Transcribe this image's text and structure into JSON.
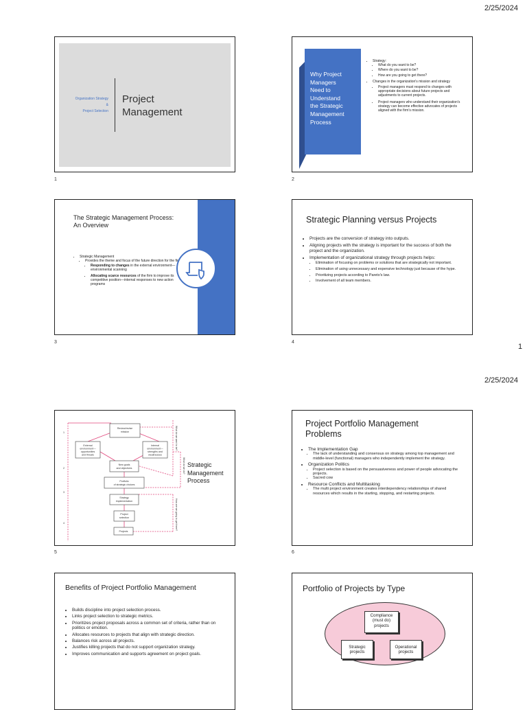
{
  "page1": {
    "date": "2/25/2024",
    "page_number": "1"
  },
  "page2": {
    "date": "2/25/2024"
  },
  "slide1": {
    "number": "1",
    "left_line1": "Organization Strategy",
    "left_line2": "&",
    "left_line3": "Project Selection",
    "title_line1": "Project",
    "title_line2": "Management"
  },
  "slide2": {
    "number": "2",
    "panel_title": [
      "Why Project",
      "Managers",
      "Need to",
      "Understand",
      "the Strategic",
      "Management",
      "Process"
    ],
    "b1": "Strategy:",
    "b1a": "What do you want to be?",
    "b1b": "Where do you want to be?",
    "b1c": "How are you going to get there?",
    "b2": "Changes in the organization's mission and strategy",
    "b2a": "Project managers must respond to changes with appropriate decisions about future projects and adjustments to current projects.",
    "b2b": "Project managers who understand their organization's strategy can become effective advocates of projects aligned with the firm's mission."
  },
  "slide3": {
    "number": "3",
    "title_line1": "The Strategic Management Process:",
    "title_line2": "An Overview",
    "b1": "Strategic Management",
    "b1a": "Provides the theme and focus of the future direction for the firm.",
    "b1a1_bold": "Responding to changes",
    "b1a1_rest": " in the external environment—environmental scanning",
    "b1a2_bold": "Allocating scarce resources",
    "b1a2_rest": " of the firm to improve its competitive position—internal responses to new action programs"
  },
  "slide4": {
    "number": "4",
    "title": "Strategic Planning versus Projects",
    "b1": "Projects are the conversion of strategy into outputs.",
    "b2": "Aligning projects with the strategy is important for the success of both the project and the organization.",
    "b3": "Implementation of organizational strategy through projects helps:",
    "b3a": "Elimination of focusing on problems or solutions that are strategically not important.",
    "b3b": "Elimination of using unnecessary and expensive technology just because of the hype.",
    "b3c": "Prioritizing projects according to Pareto's law.",
    "b3d": "Involvement of all team members."
  },
  "slide5": {
    "number": "5",
    "title_line1": "Strategic",
    "title_line2": "Management",
    "title_line3": "Process",
    "d_mission": [
      "Review/revise",
      "mission"
    ],
    "d_external": [
      "External",
      "environment—",
      "opportunities",
      "and threats"
    ],
    "d_internal": [
      "Internal",
      "environment—",
      "strengths and",
      "weaknesses"
    ],
    "d_goals": [
      "New goals",
      "and objectives"
    ],
    "d_portfolio": [
      "Portfolio",
      "of strategic choices"
    ],
    "d_impl": [
      "Strategy",
      "implementation"
    ],
    "d_selection": [
      "Project",
      "selection"
    ],
    "d_projects": [
      "Projects"
    ],
    "d_side1": "What do we want to be?",
    "d_side2": "What do we do?",
    "d_side3": "How are we going to get there?",
    "d_nums": [
      "1",
      "2",
      "3",
      "4"
    ]
  },
  "slide6": {
    "number": "6",
    "title_line1": "Project Portfolio Management",
    "title_line2": "Problems",
    "b1": "The Implementation Gap",
    "b1a": "The lack of understanding and consensus on strategy among top management and middle-level (functional) managers who independently implement the strategy.",
    "b2": "Organization Politics",
    "b2a": "Project selection is based on the persuasiveness and power of people advocating the projects.",
    "b2b": "Sacred cow",
    "b3": "Resource Conflicts and Multitasking",
    "b3a": "The multi project environment creates interdependency relationships of shared resources which results in the starting, stopping, and restarting projects."
  },
  "slide7": {
    "title": "Benefits of Project Portfolio Management",
    "b1": "Builds discipline into project selection process.",
    "b2": "Links project selection to strategic metrics.",
    "b3": "Prioritizes project proposals across a common set of criteria, rather than on politics or emotion.",
    "b4": "Allocates resources to projects that align with strategic direction.",
    "b5": "Balances risk across all projects.",
    "b6": "Justifies killing projects that do not support organization strategy.",
    "b7": "Improves communication and supports agreement on project goals."
  },
  "slide8": {
    "title": "Portfolio of Projects by Type",
    "box1": [
      "Compliance",
      "(must do)",
      "projects"
    ],
    "box2": [
      "Strategic",
      "projects"
    ],
    "box3": [
      "Operational",
      "projects"
    ]
  },
  "colors": {
    "blue": "#4472c4",
    "dark_blue": "#2f4f8f",
    "pink_fill": "#f7cbd9",
    "pink_line": "#e0447a",
    "gray_bg": "#dcdcdc"
  }
}
